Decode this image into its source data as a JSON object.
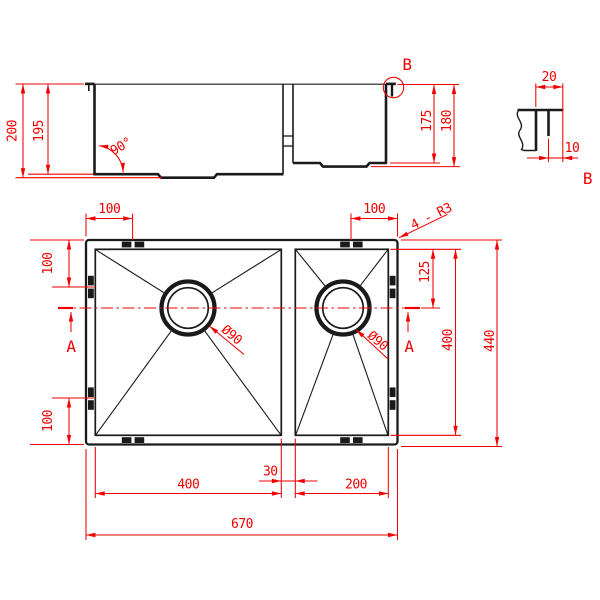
{
  "drawing": {
    "background": "#ffffff",
    "line_color": "#1a1a1a",
    "dimension_color": "#f20000"
  },
  "section_view": {
    "overall_depth": "200",
    "bowl_depth": "195",
    "corner_angle": "90°",
    "small_bowl_depth": "175",
    "small_bowl_overall_depth": "180",
    "detail_marker": "B"
  },
  "detail_view": {
    "flange_width": "20",
    "lip_inset": "10",
    "label": "B"
  },
  "plan_view": {
    "clip_offset_top_left": "100",
    "clip_offset_top_right": "100",
    "clip_offset_left_upper": "100",
    "clip_offset_left_lower": "100",
    "drain_offset_from_top": "125",
    "bowl_length_vertical": "400",
    "overall_depth": "440",
    "corner_note": "4 - R3",
    "main_drain_diameter": "Ø90",
    "small_drain_diameter": "Ø90",
    "section_label_left": "A",
    "section_label_right": "A",
    "main_bowl_width": "400",
    "divider_width": "30",
    "small_bowl_width": "200",
    "overall_width": "670"
  }
}
